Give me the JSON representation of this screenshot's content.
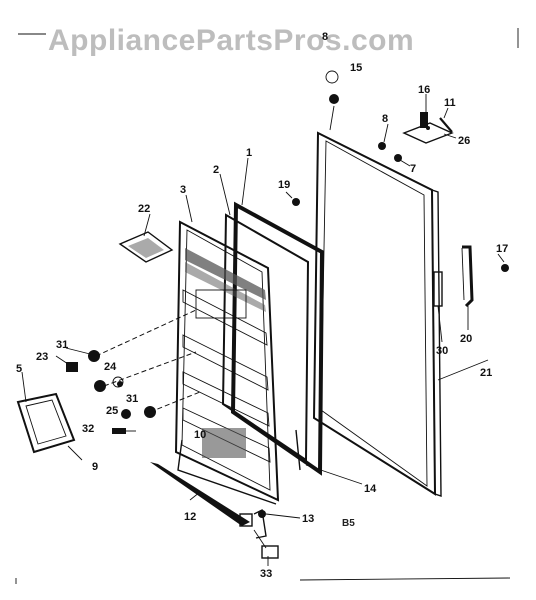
{
  "watermark": "AppliancePartsPros.com",
  "diagram_code": "B5",
  "callouts": {
    "p1": "1",
    "p2": "2",
    "p3": "3",
    "p5": "5",
    "p7": "7",
    "p8a": "8",
    "p8b": "8",
    "p9": "9",
    "p10": "10",
    "p11": "11",
    "p12": "12",
    "p13": "13",
    "p14": "14",
    "p15": "15",
    "p16": "16",
    "p17": "17",
    "p19": "19",
    "p20": "20",
    "p21": "21",
    "p22": "22",
    "p23": "23",
    "p24": "24",
    "p25": "25",
    "p26": "26",
    "p30": "30",
    "p31a": "31",
    "p31b": "31",
    "p32": "32",
    "p33": "33"
  }
}
